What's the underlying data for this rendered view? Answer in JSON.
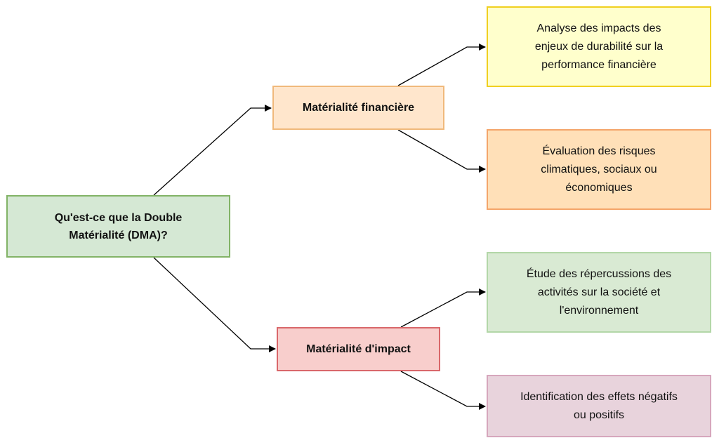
{
  "diagram": {
    "root": {
      "label": "Qu'est-ce que la Double\nMatérialité (DMA)?",
      "fill": "#d5e8d4",
      "stroke": "#82b366"
    },
    "branches": [
      {
        "label": "Matérialité financière",
        "fill": "#ffe6cc",
        "stroke": "#f0b97b",
        "leaves": [
          {
            "label": "Analyse des impacts des\nenjeux de durabilité sur la\nperformance financière",
            "fill": "#ffffcc",
            "stroke": "#f0d020"
          },
          {
            "label": "Évaluation des risques\nclimatiques, sociaux ou\néconomiques",
            "fill": "#ffe0b8",
            "stroke": "#f4a56a"
          }
        ]
      },
      {
        "label": "Matérialité d'impact",
        "fill": "#f8cecc",
        "stroke": "#d9676a",
        "leaves": [
          {
            "label": "Étude des répercussions des\nactivités sur la société et\nl'environnement",
            "fill": "#d9ead3",
            "stroke": "#b3d7a8"
          },
          {
            "label": "Identification des effets négatifs\nou positifs",
            "fill": "#e8d3dc",
            "stroke": "#d6a6bc"
          }
        ]
      }
    ],
    "arrow_color": "#000000"
  }
}
